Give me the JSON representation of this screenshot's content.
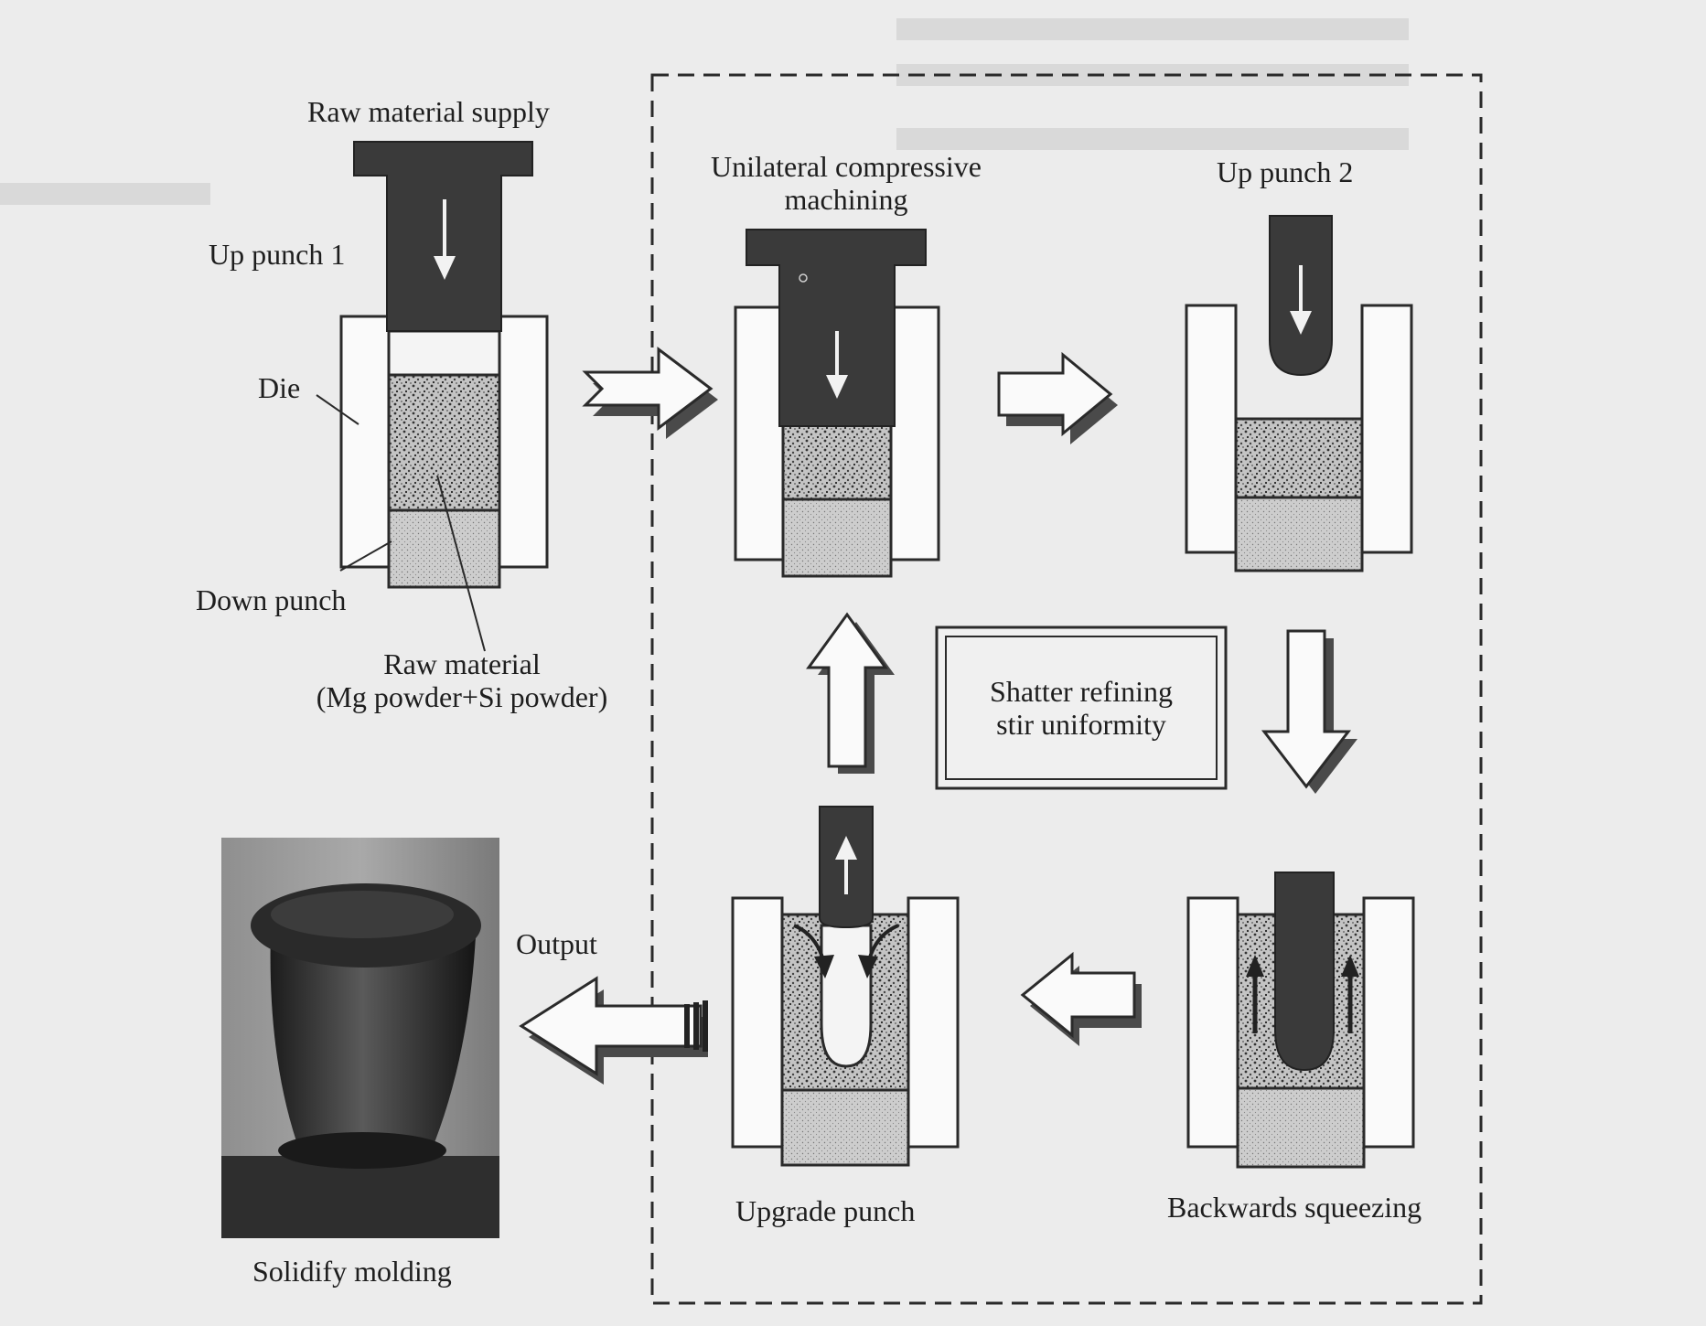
{
  "labels": {
    "raw_material_supply": "Raw material supply",
    "up_punch_1": "Up punch 1",
    "die": "Die",
    "down_punch": "Down punch",
    "raw_material_line1": "Raw material",
    "raw_material_line2": "(Mg powder+Si powder)",
    "unilateral_line1": "Unilateral compressive",
    "unilateral_line2": "machining",
    "up_punch_2": "Up punch 2",
    "shatter_line1": "Shatter refining",
    "shatter_line2": "stir uniformity",
    "output": "Output",
    "solidify_molding": "Solidify molding",
    "upgrade_punch": "Upgrade punch",
    "backwards_squeezing": "Backwards squeezing"
  },
  "colors": {
    "background": "#ececec",
    "punch": "#3a3a3a",
    "powder": "#b8b8b8",
    "down_punch": "#cfcfcf",
    "die": "#fafafa",
    "outline": "#2a2a2a"
  }
}
